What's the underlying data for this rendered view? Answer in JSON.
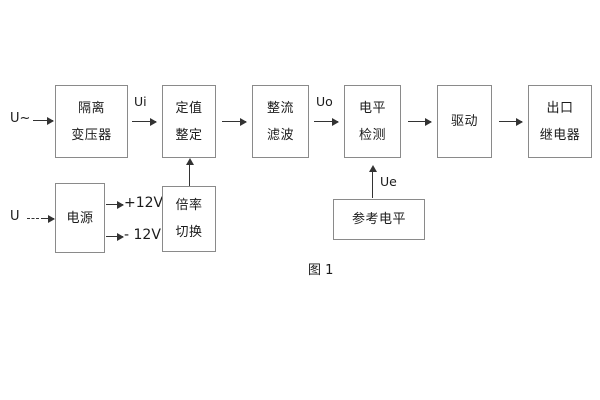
{
  "figure": {
    "caption": "图 1",
    "background": "#ffffff",
    "box_border_color": "#8a8a8a",
    "line_color": "#333333",
    "text_color": "#1b1b1b"
  },
  "inputs": [
    {
      "id": "ac-input",
      "label": "U~"
    },
    {
      "id": "dc-input",
      "label": "U"
    }
  ],
  "blocks": [
    {
      "id": "isolation-transformer",
      "lines": [
        "隔离",
        "变压器"
      ]
    },
    {
      "id": "setting-value",
      "lines": [
        "定值",
        "整定"
      ]
    },
    {
      "id": "rectify-filter",
      "lines": [
        "整流",
        "滤波"
      ]
    },
    {
      "id": "level-detection",
      "lines": [
        "电平",
        "检测"
      ]
    },
    {
      "id": "drive",
      "lines": [
        "驱动"
      ]
    },
    {
      "id": "output-relay",
      "lines": [
        "出口",
        "继电器"
      ]
    },
    {
      "id": "power-supply",
      "lines": [
        "电源"
      ]
    },
    {
      "id": "multiplier-switch",
      "lines": [
        "倍率",
        "切换"
      ]
    },
    {
      "id": "reference-level",
      "lines": [
        "参考电平"
      ]
    }
  ],
  "signals": {
    "ui": "Ui",
    "uo": "Uo",
    "ue": "Ue"
  },
  "rails": [
    {
      "id": "rail-positive",
      "label": "+12V"
    },
    {
      "id": "rail-negative",
      "label": "- 12V"
    }
  ]
}
